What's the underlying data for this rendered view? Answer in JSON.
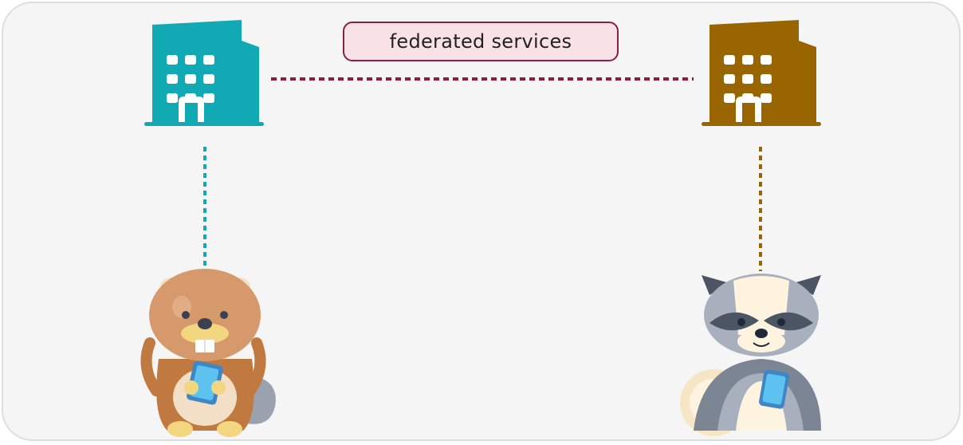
{
  "label": "federated services",
  "colors": {
    "panel_bg": "#f5f5f5",
    "panel_border": "#dddddd",
    "federation_line": "#8b1e45",
    "label_bg": "#f9e1e8",
    "left_building": "#10a9b4",
    "right_building": "#986500",
    "left_link": "#10a9b4",
    "right_link": "#986500"
  },
  "nodes": [
    {
      "name": "left-building",
      "icon": "office-building-icon"
    },
    {
      "name": "right-building",
      "icon": "office-building-icon"
    },
    {
      "name": "beaver-user",
      "icon": "beaver-with-phone-icon"
    },
    {
      "name": "raccoon-user",
      "icon": "raccoon-with-phone-icon"
    }
  ]
}
